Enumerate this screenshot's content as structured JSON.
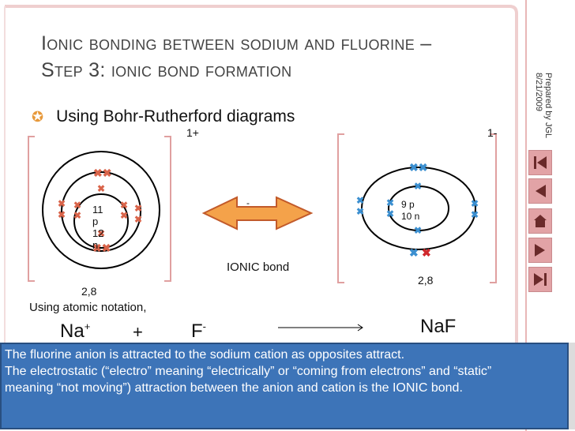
{
  "slide": {
    "title_line1": "Ionic bonding between sodium and fluorine –",
    "title_line2": "Step 3: ionic bond  formation",
    "side_author": "Prepared by JGL",
    "side_date": "8/21/2009",
    "bullet": "Using Bohr-Rutherford diagrams",
    "sodium": {
      "charge": "1+",
      "nucleus_line1": "11",
      "nucleus_line2": "p",
      "nucleus_line3": "12",
      "nucleus_line4": "n",
      "config": "2,8"
    },
    "fluorine": {
      "charge": "1-",
      "nucleus_line1": "9 p",
      "nucleus_line2": "10 n",
      "config": "2,8"
    },
    "arrow_mark": "-",
    "bond_label": "IONIC bond",
    "notation_label": "Using atomic notation,",
    "eq_na": "Na",
    "eq_na_sup": "+",
    "eq_plus": "+",
    "eq_f": "F",
    "eq_f_sup": "-",
    "eq_product": "NaF"
  },
  "caption": {
    "line1": "The fluorine anion is attracted to the sodium cation as opposites attract.",
    "line2": "The electrostatic (“electro” meaning “electrically” or “coming from electrons” and “static”",
    "line3": "meaning “not moving”) attraction between the anion and cation is the IONIC bond."
  },
  "nav": {
    "buttons": [
      "first-slide-icon",
      "previous-slide-icon",
      "home-icon",
      "next-slide-icon",
      "last-slide-icon"
    ]
  },
  "colors": {
    "accent_orange": "#e7993b",
    "nav_pink": "#e2a3a6",
    "caption_blue": "#3d74b8",
    "bracket_pink": "#e0a0a0",
    "sodium_electron": "#d9644a",
    "fluorine_electron": "#3b8fd0",
    "transferred_electron": "#d0282c"
  }
}
